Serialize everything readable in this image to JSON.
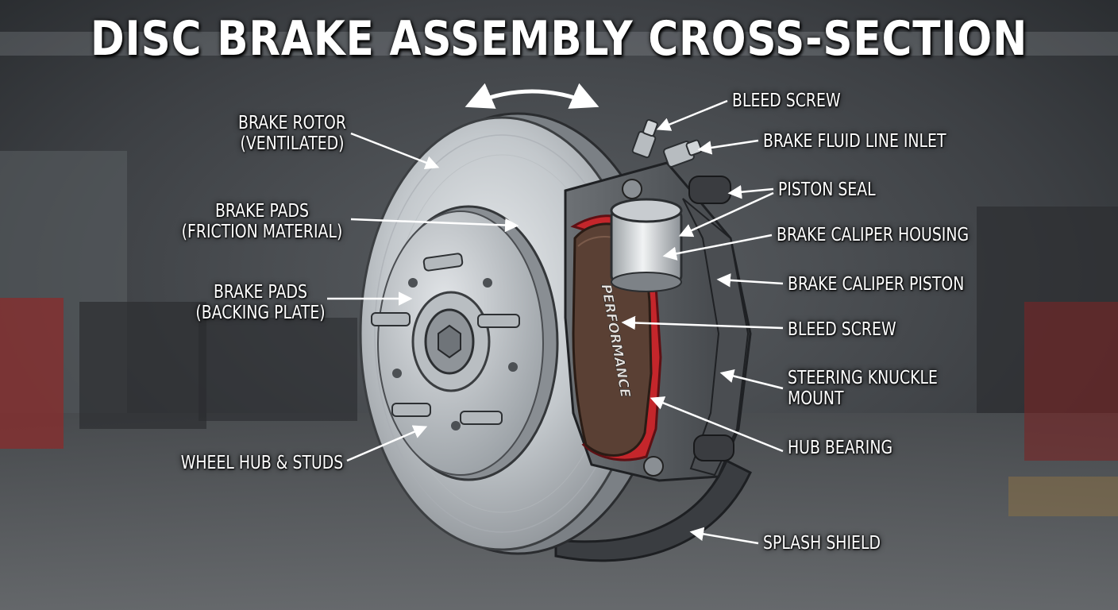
{
  "title": "DISC BRAKE ASSEMBLY CROSS-SECTION",
  "pad_text": "PERFORMANCE",
  "labels_left": [
    {
      "lines": [
        "BRAKE ROTOR",
        "(VENTILATED)"
      ]
    },
    {
      "lines": [
        "BRAKE PADS",
        "(FRICTION MATERIAL)"
      ]
    },
    {
      "lines": [
        "BRAKE PADS",
        "(BACKING PLATE)"
      ]
    },
    {
      "lines": [
        "WHEEL HUB & STUDS"
      ]
    }
  ],
  "labels_right": [
    {
      "lines": [
        "BLEED SCREW"
      ]
    },
    {
      "lines": [
        "BRAKE FLUID LINE INLET"
      ]
    },
    {
      "lines": [
        "PISTON SEAL"
      ]
    },
    {
      "lines": [
        "BRAKE CALIPER HOUSING"
      ]
    },
    {
      "lines": [
        "BRAKE CALIPER PISTON"
      ]
    },
    {
      "lines": [
        "BLEED SCREW"
      ]
    },
    {
      "lines": [
        "STEERING KNUCKLE",
        "MOUNT"
      ]
    },
    {
      "lines": [
        "HUB BEARING"
      ]
    },
    {
      "lines": [
        "SPLASH SHIELD"
      ]
    }
  ],
  "colors": {
    "caliper_red": "#c4262b",
    "pad_brown": "#5a4034",
    "rotor_silver": "#c9cdd1",
    "text": "#ffffff"
  }
}
